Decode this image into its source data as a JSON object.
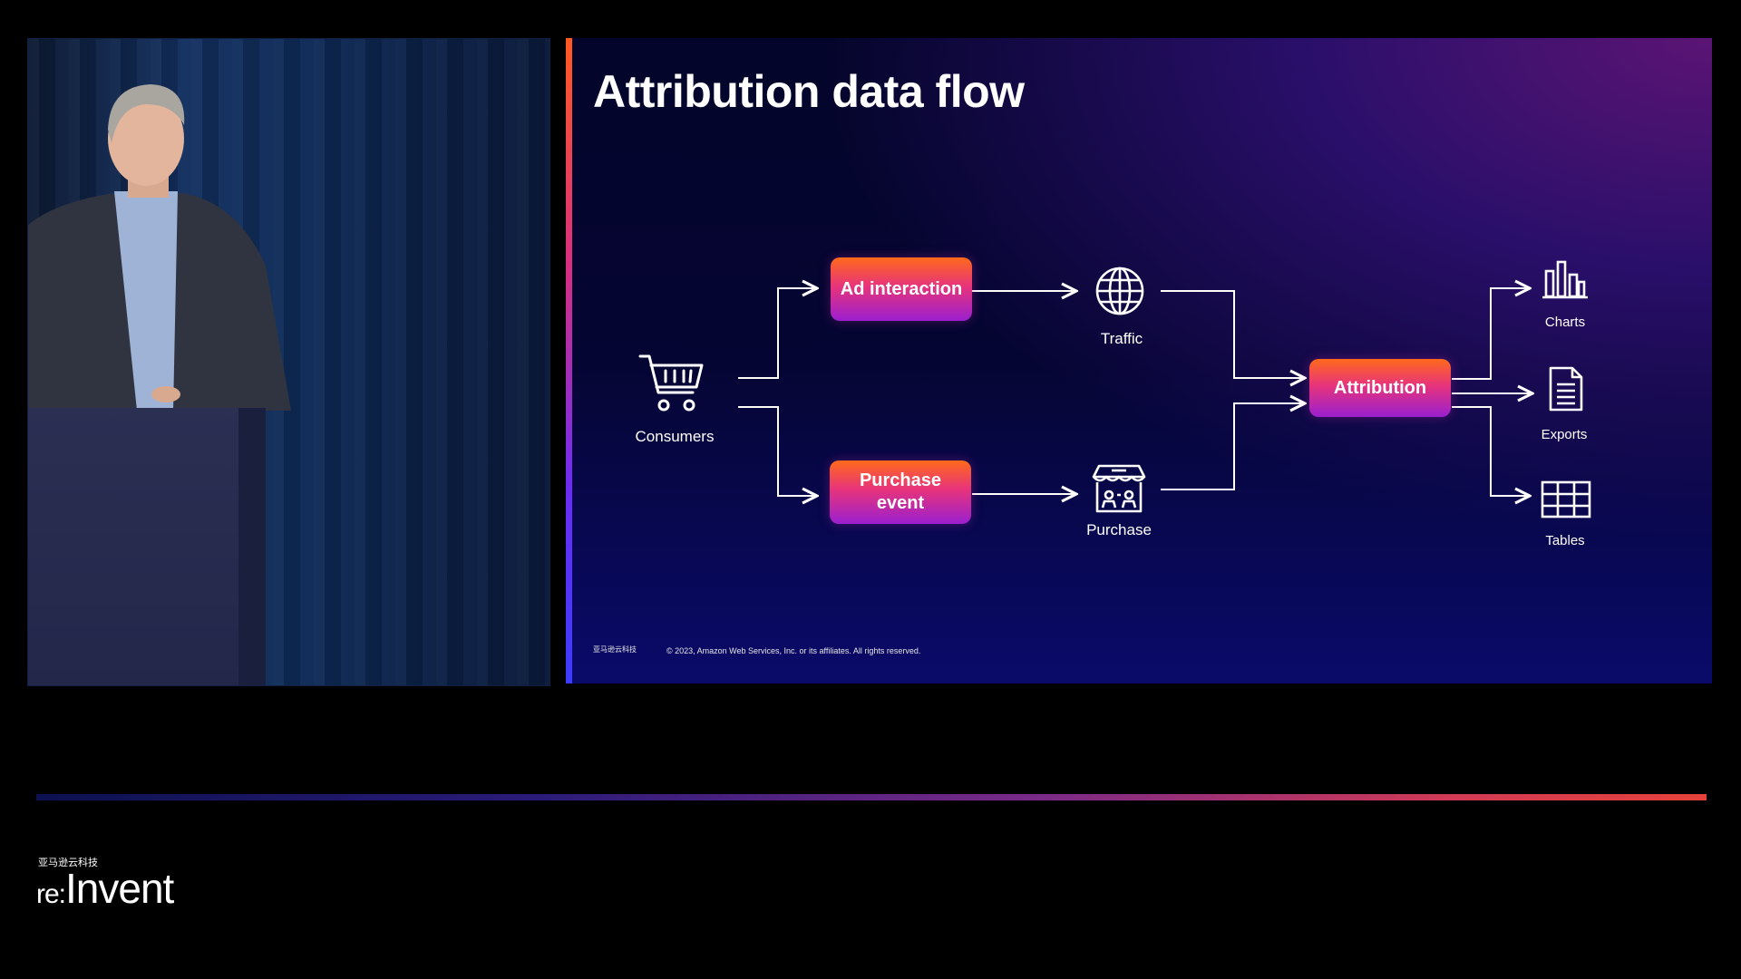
{
  "slide": {
    "title": "Attribution data flow",
    "boxes": {
      "ad_interaction": "Ad interaction",
      "purchase_event": "Purchase event",
      "attribution": "Attribution"
    },
    "nodes": {
      "consumers": "Consumers",
      "traffic": "Traffic",
      "purchase": "Purchase"
    },
    "outputs": {
      "charts": "Charts",
      "exports": "Exports",
      "tables": "Tables"
    },
    "footer_logo": "亚马逊云科技",
    "copyright": "© 2023, Amazon Web Services, Inc. or its affiliates. All rights reserved."
  },
  "branding": {
    "cn_name": "亚马逊云科技",
    "event_prefix": "re:",
    "event_name": "Invent"
  },
  "colors": {
    "accent_orange": "#ff6a1a",
    "accent_pink": "#e8347a",
    "accent_purple": "#9a1fd0",
    "slide_background": "#050533"
  }
}
